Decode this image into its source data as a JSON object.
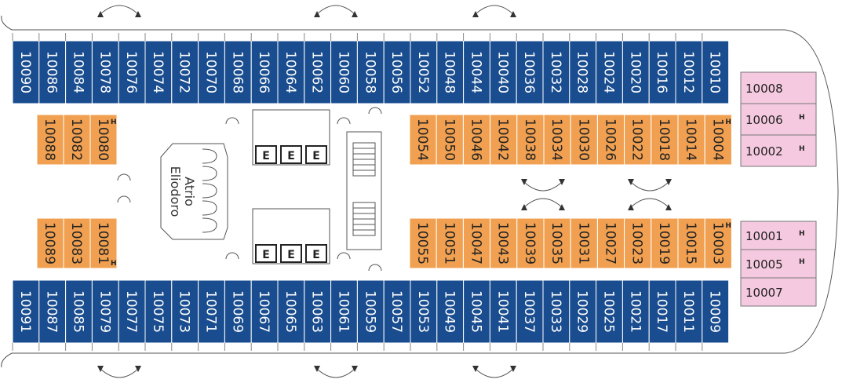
{
  "deck": {
    "colors": {
      "outside_cabin": "#1a4d8f",
      "inside_cabin": "#f0a050",
      "suite": "#f5c9e0",
      "outline": "#555555"
    },
    "top_outside_cabins": [
      "10090",
      "10086",
      "10084",
      "10078",
      "10076",
      "10074",
      "10072",
      "10070",
      "10068",
      "10066",
      "10064",
      "10062",
      "10060",
      "10058",
      "10056",
      "10052",
      "10048",
      "10044",
      "10040",
      "10036",
      "10032",
      "10028",
      "10024",
      "10020",
      "10016",
      "10012",
      "10010"
    ],
    "bottom_outside_cabins": [
      "10091",
      "10087",
      "10085",
      "10079",
      "10077",
      "10075",
      "10073",
      "10071",
      "10069",
      "10067",
      "10065",
      "10063",
      "10061",
      "10059",
      "10057",
      "10053",
      "10049",
      "10045",
      "10041",
      "10037",
      "10033",
      "10029",
      "10025",
      "10021",
      "10017",
      "10011",
      "10009"
    ],
    "upper_inside_aft": [
      {
        "number": "10088",
        "accessible": false
      },
      {
        "number": "10082",
        "accessible": false
      },
      {
        "number": "10080",
        "accessible": true
      }
    ],
    "lower_inside_aft": [
      {
        "number": "10089",
        "accessible": false
      },
      {
        "number": "10083",
        "accessible": false
      },
      {
        "number": "10081",
        "accessible": true
      }
    ],
    "upper_inside_fwd": [
      {
        "number": "10054",
        "accessible": false
      },
      {
        "number": "10050",
        "accessible": false
      },
      {
        "number": "10046",
        "accessible": false
      },
      {
        "number": "10042",
        "accessible": false
      },
      {
        "number": "10038",
        "accessible": false
      },
      {
        "number": "10034",
        "accessible": false
      },
      {
        "number": "10030",
        "accessible": false
      },
      {
        "number": "10026",
        "accessible": false
      },
      {
        "number": "10022",
        "accessible": false
      },
      {
        "number": "10018",
        "accessible": false
      },
      {
        "number": "10014",
        "accessible": false
      },
      {
        "number": "10004",
        "accessible": true
      }
    ],
    "lower_inside_fwd": [
      {
        "number": "10055",
        "accessible": false
      },
      {
        "number": "10051",
        "accessible": false
      },
      {
        "number": "10047",
        "accessible": false
      },
      {
        "number": "10043",
        "accessible": false
      },
      {
        "number": "10039",
        "accessible": false
      },
      {
        "number": "10035",
        "accessible": false
      },
      {
        "number": "10031",
        "accessible": false
      },
      {
        "number": "10027",
        "accessible": false
      },
      {
        "number": "10023",
        "accessible": false
      },
      {
        "number": "10019",
        "accessible": false
      },
      {
        "number": "10015",
        "accessible": false
      },
      {
        "number": "10003",
        "accessible": true
      }
    ],
    "upper_suites": [
      {
        "number": "10008",
        "accessible": false
      },
      {
        "number": "10006",
        "accessible": true
      },
      {
        "number": "10002",
        "accessible": true
      }
    ],
    "lower_suites": [
      {
        "number": "10001",
        "accessible": true
      },
      {
        "number": "10005",
        "accessible": true
      },
      {
        "number": "10007",
        "accessible": false
      }
    ],
    "atrium_name": [
      "Atrio",
      "Eliodoro"
    ],
    "elevator_label": "E",
    "accessible_mark": "H"
  }
}
